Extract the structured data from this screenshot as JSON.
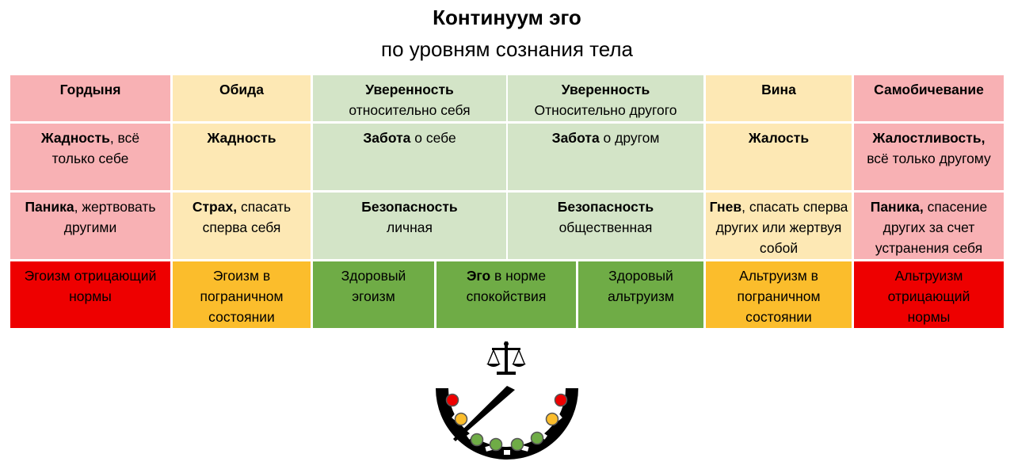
{
  "title": "Континуум эго",
  "subtitle": "по уровням сознания тела",
  "row1": [
    {
      "bold": "Гордыня",
      "rest": ""
    },
    {
      "bold": "Обида",
      "rest": ""
    },
    {
      "bold": "Уверенность",
      "rest": "относительно себя"
    },
    {
      "bold": "Уверенность",
      "rest": "Относительно другого"
    },
    {
      "bold": "Вина",
      "rest": ""
    },
    {
      "bold": "Самобичевание",
      "rest": ""
    }
  ],
  "row2": [
    {
      "bold": "Жадность",
      "rest": ", всё только себе"
    },
    {
      "bold": "Жадность",
      "rest": ""
    },
    {
      "bold": "Забота",
      "rest": " о себе"
    },
    {
      "bold": "Забота",
      "rest": " о другом"
    },
    {
      "bold": "Жалость",
      "rest": ""
    },
    {
      "bold": "Жалостливость,",
      "rest": " всё только другому"
    }
  ],
  "row3": [
    {
      "bold": "Паника",
      "rest": ", жертвовать другими"
    },
    {
      "bold": "Страх,",
      "rest": " спасать сперва себя"
    },
    {
      "bold": "Безопасность",
      "rest": "личная"
    },
    {
      "bold": "Безопасность",
      "rest": "общественная"
    },
    {
      "bold": "Гнев",
      "rest": ", спасать сперва других или жертвуя собой"
    },
    {
      "bold": "Паника,",
      "rest": " спасение других за счет устранения себя"
    }
  ],
  "row4": [
    {
      "bold": "",
      "rest": "Эгоизм отрицающий нормы"
    },
    {
      "bold": "",
      "rest": "Эгоизм в пограничном состоянии"
    },
    {
      "bold": "",
      "rest": "Здоровый эгоизм"
    },
    {
      "bold": "Эго",
      "rest": " в норме спокойствия"
    },
    {
      "bold": "",
      "rest": "Здоровый альтруизм"
    },
    {
      "bold": "",
      "rest": "Альтруизм в пограничном состоянии"
    },
    {
      "bold": "",
      "rest": "Альтруизм отрицающий нормы"
    }
  ],
  "colors": {
    "pink": "#f8b1b4",
    "peach": "#fde8b4",
    "light_green": "#d3e4c7",
    "red": "#ee0000",
    "orange": "#fbbd2c",
    "green": "#6fac46"
  },
  "gauge": {
    "icon": "scales-icon",
    "lights": [
      "red",
      "orange",
      "green",
      "green",
      "green",
      "green",
      "orange",
      "red"
    ]
  }
}
